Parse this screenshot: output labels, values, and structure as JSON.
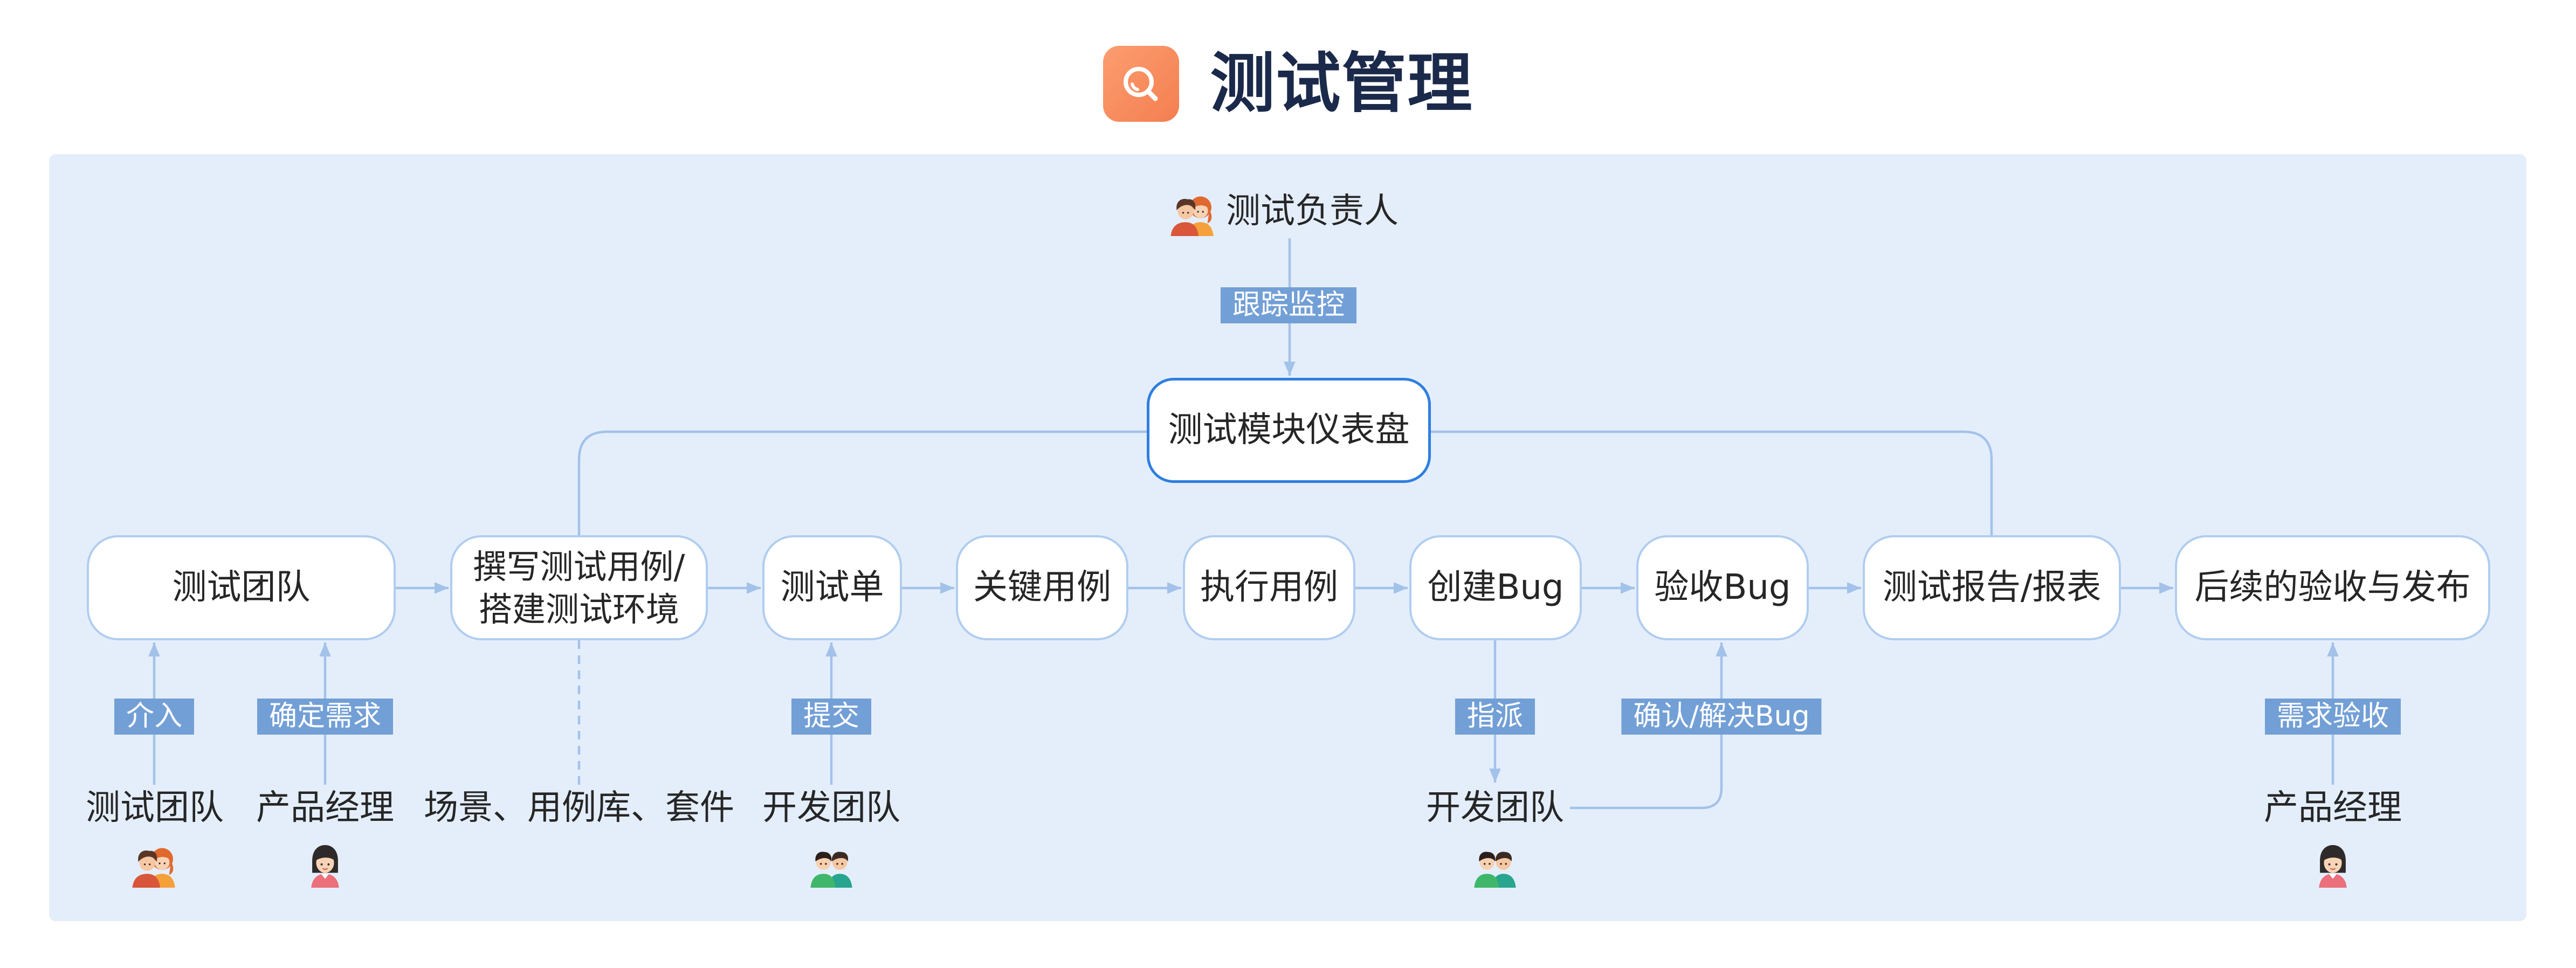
{
  "title": {
    "text": "测试管理",
    "icon": "magnifier-icon"
  },
  "colors": {
    "panel_bg": "#e4eefb",
    "line": "#a3c2e9",
    "tag_bg": "#729fd6",
    "box_border": "#b0cdef",
    "dashboard_border": "#2e7ee0",
    "title_text": "#1b2a4a",
    "icon_bg": "#f47e50"
  },
  "owner": {
    "name": "测试负责人",
    "action": "跟踪监控",
    "avatar": "test-lead-avatar-icon"
  },
  "dashboard": {
    "label": "测试模块仪表盘"
  },
  "flow": [
    {
      "label": "测试团队"
    },
    {
      "label_lines": [
        "撰写测试用例/",
        "搭建测试环境"
      ]
    },
    {
      "label": "测试单"
    },
    {
      "label": "关键用例"
    },
    {
      "label": "执行用例"
    },
    {
      "label": "创建Bug"
    },
    {
      "label": "验收Bug"
    },
    {
      "label": "测试报告/报表"
    },
    {
      "label": "后续的验收与发布"
    }
  ],
  "inputs": {
    "testers": {
      "name": "测试团队",
      "action": "介入",
      "avatar": "testers-avatar-icon"
    },
    "pm_requirements": {
      "name": "产品经理",
      "action": "确定需求",
      "avatar": "product-manager-avatar-icon"
    },
    "assets": {
      "text": "场景、用例库、套件"
    },
    "dev_submit": {
      "name": "开发团队",
      "action": "提交",
      "avatar": "dev-team-avatar-icon"
    },
    "dev_bugs": {
      "name": "开发团队",
      "assign_action": "指派",
      "resolve_action": "确认/解决Bug",
      "avatar": "dev-team-avatar-icon"
    },
    "pm_acceptance": {
      "name": "产品经理",
      "action": "需求验收",
      "avatar": "product-manager-avatar-icon"
    }
  }
}
